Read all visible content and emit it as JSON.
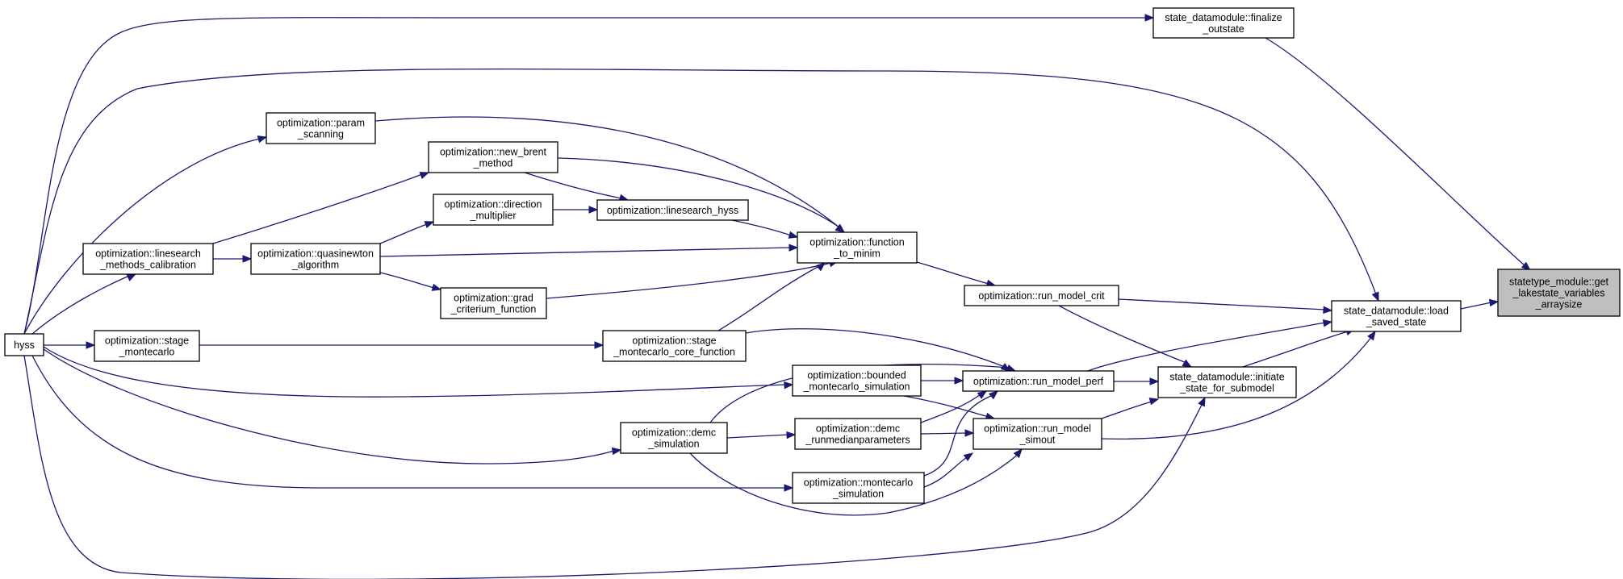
{
  "graph": {
    "title": "",
    "edge_color": "#191970",
    "highlight_fill": "#bfbfbf",
    "nodes": {
      "getarraysize": [
        "statetype_module::get",
        "_lakestate_variables",
        "_arraysize"
      ],
      "finalize": [
        "state_datamodule::finalize",
        "_outstate"
      ],
      "load": [
        "state_datamodule::load",
        "_saved_state"
      ],
      "initiate": [
        "state_datamodule::initiate",
        "_state_for_submodel"
      ],
      "run_model_crit": [
        "optimization::run_model_crit"
      ],
      "run_model_perf": [
        "optimization::run_model_perf"
      ],
      "run_model_simout": [
        "optimization::run_model",
        "_simout"
      ],
      "function_to_minim": [
        "optimization::function",
        "_to_minim"
      ],
      "param_scanning": [
        "optimization::param",
        "_scanning"
      ],
      "new_brent": [
        "optimization::new_brent",
        "_method"
      ],
      "direction_multiplier": [
        "optimization::direction",
        "_multiplier"
      ],
      "linesearch_hyss": [
        "optimization::linesearch_hyss"
      ],
      "linesearch_methods": [
        "optimization::linesearch",
        "_methods_calibration"
      ],
      "quasinewton": [
        "optimization::quasinewton",
        "_algorithm"
      ],
      "grad_criterium": [
        "optimization::grad",
        "_criterium_function"
      ],
      "stage_montecarlo": [
        "optimization::stage",
        "_montecarlo"
      ],
      "stage_core": [
        "optimization::stage",
        "_montecarlo_core_function"
      ],
      "bounded_mc": [
        "optimization::bounded",
        "_montecarlo_simulation"
      ],
      "demc_sim": [
        "optimization::demc",
        "_simulation"
      ],
      "demc_median": [
        "optimization::demc",
        "_runmedianparameters"
      ],
      "montecarlo_sim": [
        "optimization::montecarlo",
        "_simulation"
      ],
      "hyss": [
        "hyss"
      ]
    }
  }
}
